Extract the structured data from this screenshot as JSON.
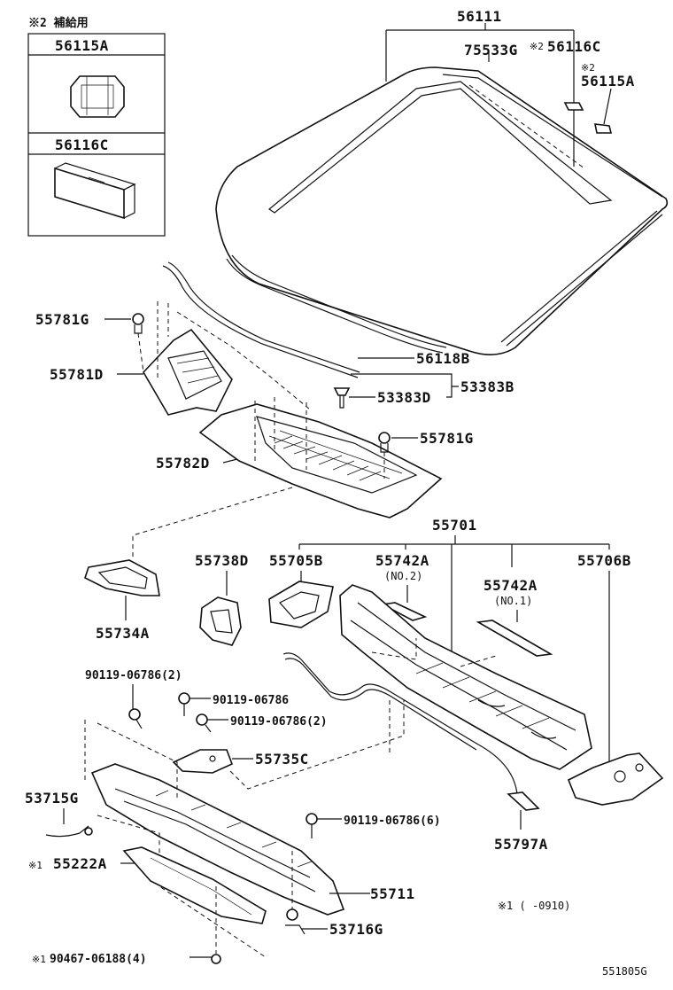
{
  "inset": {
    "note": "※2 補給用",
    "part_a": "56115A",
    "part_b": "56116C"
  },
  "labels": {
    "windshield": "56111",
    "molding_upper": "75533G",
    "s2_56116c": "※2",
    "p_56116c": "56116C",
    "s2_56115a": "※2",
    "p_56115a": "56115A",
    "p_56118b": "56118B",
    "p_53383d": "53383D",
    "p_53383b": "53383B",
    "p_55781g_top": "55781G",
    "p_55781d": "55781D",
    "p_55781g_mid": "55781G",
    "p_55782d": "55782D",
    "p_55701": "55701",
    "p_55738d": "55738D",
    "p_55705b": "55705B",
    "p_55742a_1": "55742A",
    "p_55742a_1_sub": "(NO.2)",
    "p_55742a_2": "55742A",
    "p_55742a_2_sub": "(NO.1)",
    "p_55706b": "55706B",
    "p_55734a": "55734A",
    "bolt_1": "90119-06786(2)",
    "bolt_2": "90119-06786",
    "bolt_3": "90119-06786(2)",
    "p_55735c": "55735C",
    "p_53715g": "53715G",
    "bolt_4": "90119-06786(6)",
    "p_55797a": "55797A",
    "s1_55222a": "※1",
    "p_55222a": "55222A",
    "p_55711": "55711",
    "note_s1": "※1 (   -0910)",
    "p_53716g": "53716G",
    "bolt_5_mark": "※1",
    "bolt_5": "90467-06188(4)",
    "diagram_id": "551805G"
  }
}
